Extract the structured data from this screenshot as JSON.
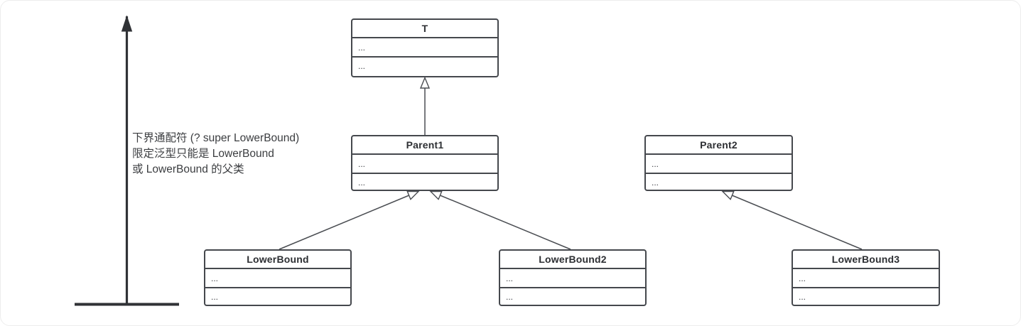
{
  "diagram": {
    "annotation": {
      "line1": "下界通配符 (? super LowerBound)",
      "line2": "限定泛型只能是 LowerBound",
      "line3": "或 LowerBound 的父类"
    },
    "classes": {
      "t": {
        "title": "T",
        "row1": "...",
        "row2": "..."
      },
      "parent1": {
        "title": "Parent1",
        "row1": "...",
        "row2": "..."
      },
      "parent2": {
        "title": "Parent2",
        "row1": "...",
        "row2": "..."
      },
      "lowerbound": {
        "title": "LowerBound",
        "row1": "...",
        "row2": "..."
      },
      "lowerbound2": {
        "title": "LowerBound2",
        "row1": "...",
        "row2": "..."
      },
      "lowerbound3": {
        "title": "LowerBound3",
        "row1": "...",
        "row2": "..."
      }
    },
    "edges": [
      {
        "from": "Parent1",
        "to": "T",
        "type": "inheritance"
      },
      {
        "from": "LowerBound",
        "to": "Parent1",
        "type": "inheritance"
      },
      {
        "from": "LowerBound2",
        "to": "Parent1",
        "type": "inheritance"
      },
      {
        "from": "LowerBound3",
        "to": "Parent2",
        "type": "inheritance"
      }
    ],
    "colors": {
      "box_border": "#45484d",
      "connector": "#4a4d52",
      "axis": "#303236",
      "text": "#3b3d40",
      "background": "#ffffff"
    }
  }
}
